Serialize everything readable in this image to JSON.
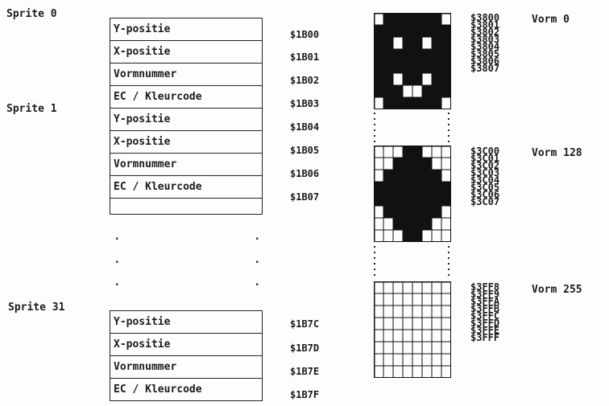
{
  "sprites": [
    {
      "label": "Sprite 0",
      "rows": [
        {
          "field": "Y-positie",
          "address": "$1B00"
        },
        {
          "field": "X-positie",
          "address": "$1B01"
        },
        {
          "field": "Vormnummer",
          "address": "$1B02"
        },
        {
          "field": "EC / Kleurcode",
          "address": "$1B03"
        }
      ]
    },
    {
      "label": "Sprite 1",
      "rows": [
        {
          "field": "Y-positie",
          "address": "$1B04"
        },
        {
          "field": "X-positie",
          "address": "$1B05"
        },
        {
          "field": "Vormnummer",
          "address": "$1B06"
        },
        {
          "field": "EC / Kleurcode",
          "address": "$1B07"
        }
      ]
    },
    {
      "label": "Sprite 31",
      "rows": [
        {
          "field": "Y-positie",
          "address": "$1B7C"
        },
        {
          "field": "X-positie",
          "address": "$1B7D"
        },
        {
          "field": "Vormnummer",
          "address": "$1B7E"
        },
        {
          "field": "EC / Kleurcode",
          "address": "$1B7F"
        }
      ]
    }
  ],
  "ellipsis_dot": ".",
  "shapes": [
    {
      "label": "Vorm 0",
      "addresses": [
        "$3800",
        "$3801",
        "$3802",
        "$3803",
        "$3804",
        "$3805",
        "$3806",
        "$3807"
      ],
      "bitmap": [
        "10000001",
        "00000000",
        "00100100",
        "00000000",
        "00000000",
        "00100100",
        "00011000",
        "10000001"
      ]
    },
    {
      "label": "Vorm 128",
      "addresses": [
        "$3C00",
        "$3C01",
        "$3C02",
        "$3C03",
        "$3C04",
        "$3C05",
        "$3C06",
        "$3C07"
      ],
      "bitmap": [
        "11100111",
        "11000011",
        "10000001",
        "00000000",
        "00000000",
        "10000001",
        "11000011",
        "11100111"
      ]
    },
    {
      "label": "Vorm 255",
      "addresses": [
        "$3FF8",
        "$3FF9",
        "$3FFA",
        "$3FFB",
        "$3FFC",
        "$3FFD",
        "$3FFE",
        "$3FFF"
      ],
      "bitmap": [
        "11111111",
        "11111111",
        "11111111",
        "11111111",
        "11111111",
        "11111111",
        "11111111",
        "11111111"
      ]
    }
  ],
  "colors": {
    "ink": "#111111",
    "paper": "#fdfdfb"
  }
}
